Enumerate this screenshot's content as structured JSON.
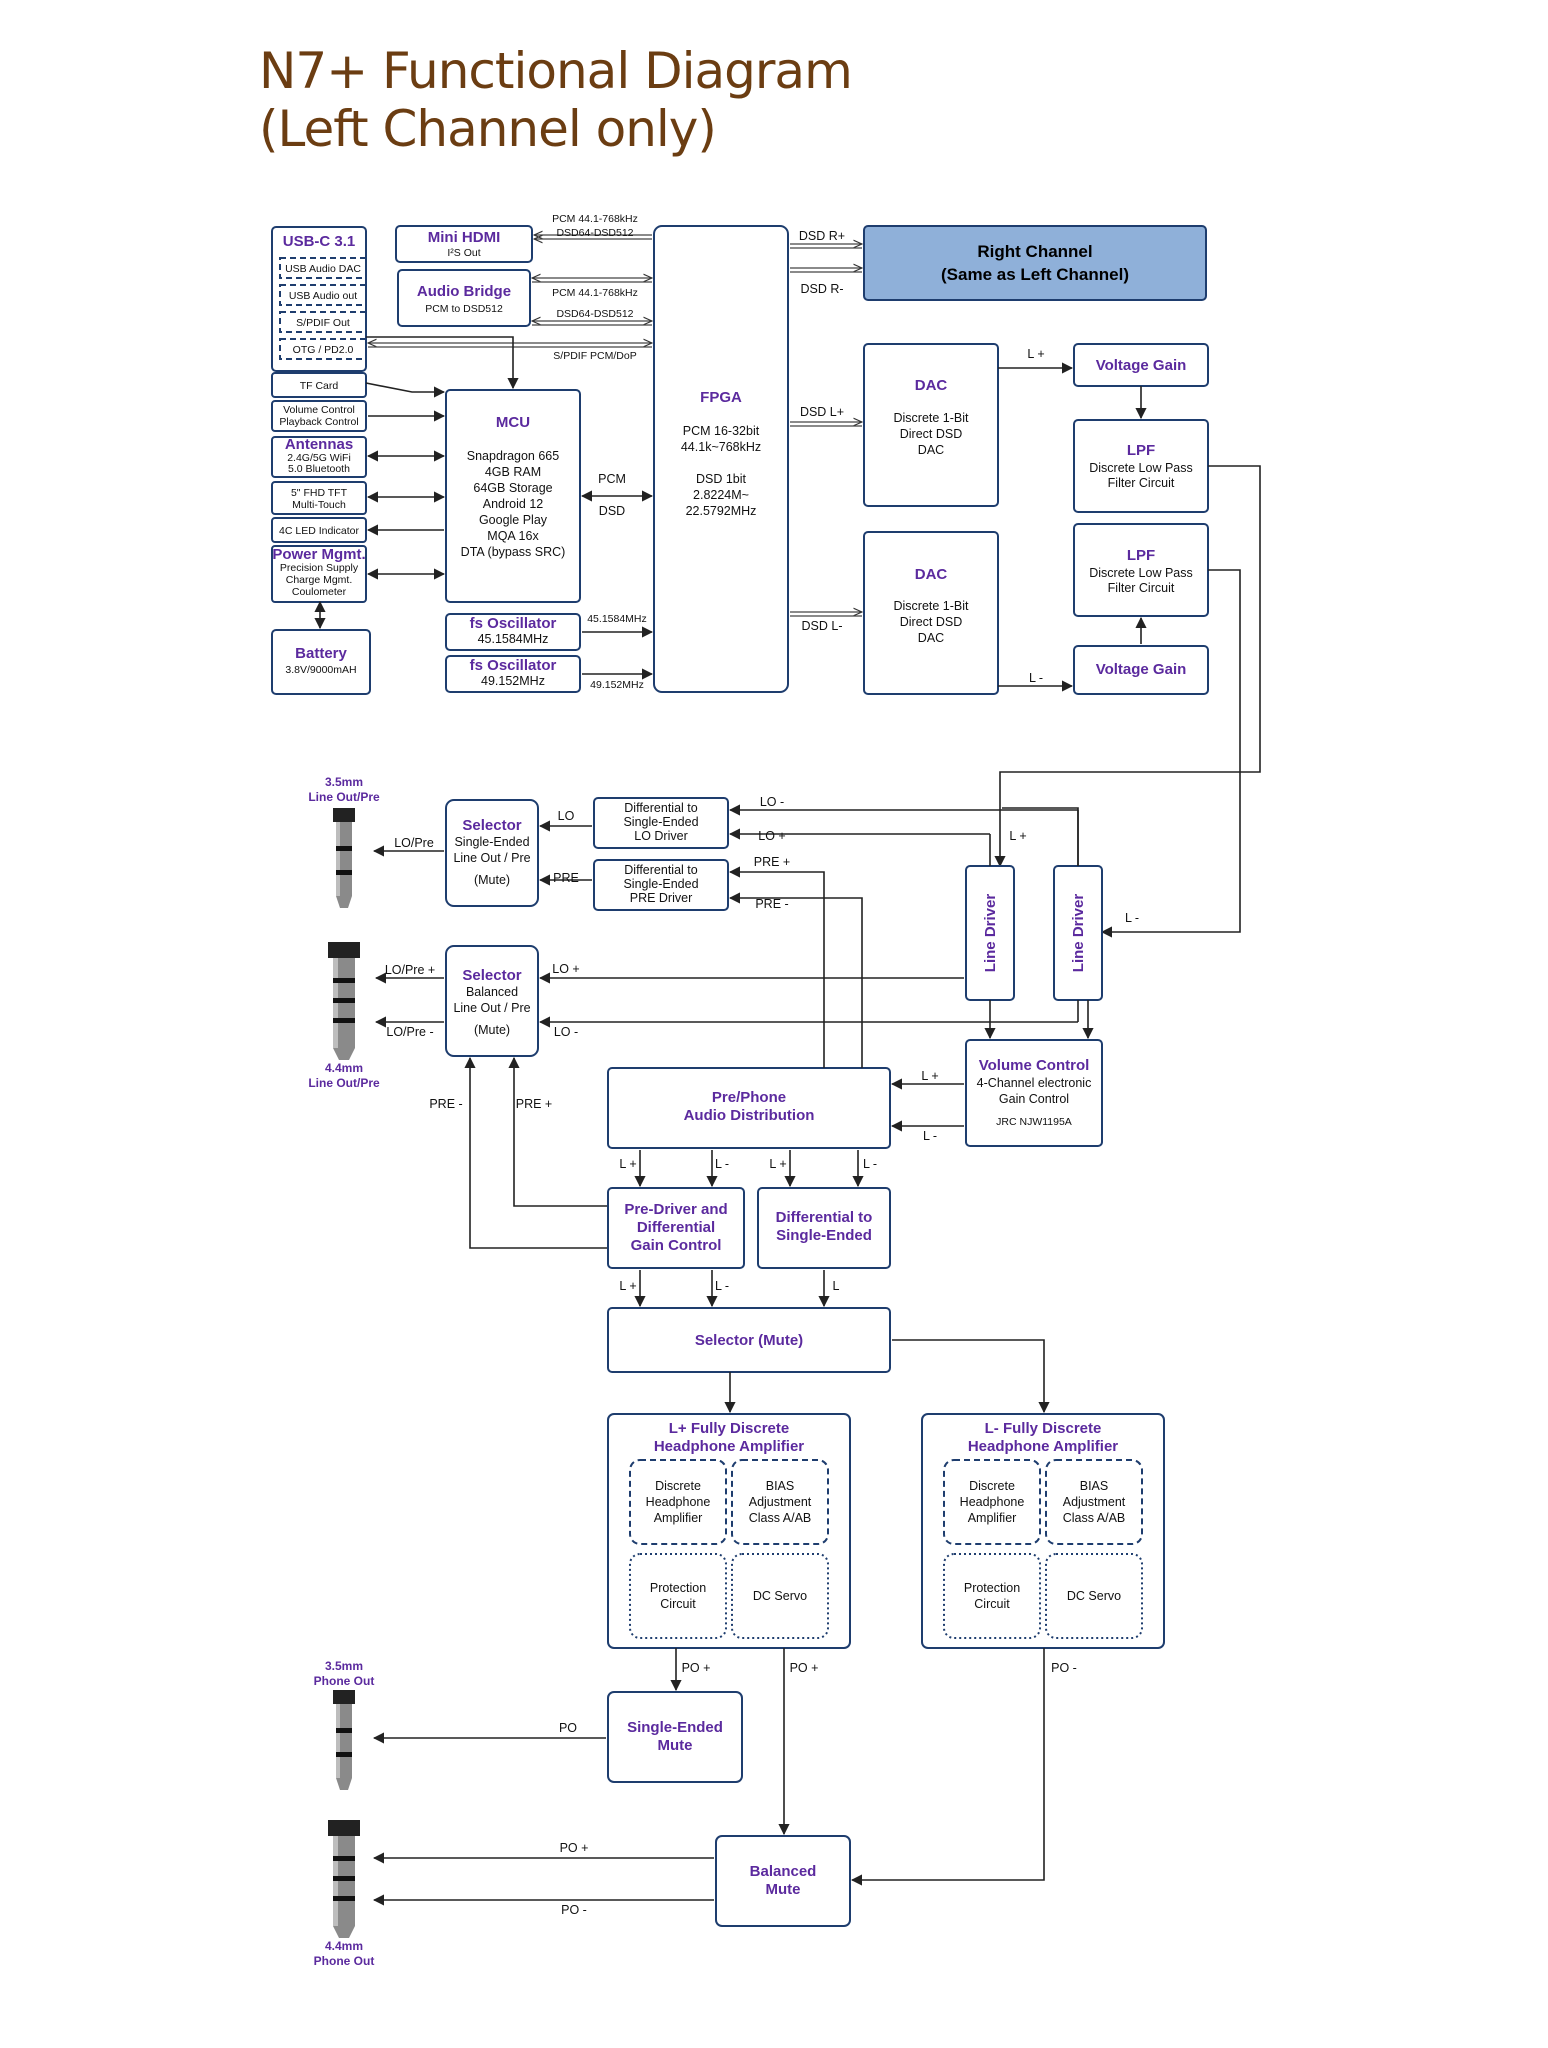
{
  "title": {
    "line1": "N7+ Functional Diagram",
    "line2": "(Left Channel only)"
  },
  "blocks": {
    "usbc": {
      "title": "USB-C 3.1",
      "items": [
        "USB Audio DAC",
        "USB Audio out",
        "S/PDIF Out",
        "OTG / PD2.0"
      ]
    },
    "hdmi": {
      "title": "Mini HDMI",
      "sub": "I²S Out"
    },
    "audio_bridge": {
      "title": "Audio Bridge",
      "sub": "PCM to DSD512"
    },
    "tf": {
      "label": "TF Card"
    },
    "volctl": {
      "line1": "Volume Control",
      "line2": "Playback Control"
    },
    "antennas": {
      "title": "Antennas",
      "line1": "2.4G/5G WiFi",
      "line2": "5.0 Bluetooth"
    },
    "tft": {
      "line1": "5\" FHD TFT",
      "line2": "Multi-Touch"
    },
    "led": {
      "label": "4C LED Indicator"
    },
    "power": {
      "title": "Power Mgmt.",
      "line1": "Precision Supply",
      "line2": "Charge Mgmt.",
      "line3": "Coulometer"
    },
    "battery": {
      "title": "Battery",
      "sub": "3.8V/9000mAH"
    },
    "mcu": {
      "title": "MCU",
      "lines": [
        "Snapdragon 665",
        "4GB RAM",
        "64GB Storage",
        "Android 12",
        "Google Play",
        "MQA 16x",
        "DTA (bypass SRC)"
      ]
    },
    "osc1": {
      "title": "fs Oscillator",
      "freq": "45.1584MHz"
    },
    "osc2": {
      "title": "fs Oscillator",
      "freq": "49.152MHz"
    },
    "fpga": {
      "title": "FPGA",
      "lines": [
        "PCM 16-32bit",
        "44.1k~768kHz",
        "",
        "DSD 1bit",
        "2.8224M~",
        "22.5792MHz"
      ]
    },
    "right_channel": {
      "line1": "Right Channel",
      "line2": "(Same as Left Channel)"
    },
    "dac1": {
      "title": "DAC",
      "lines": [
        "Discrete 1-Bit",
        "Direct DSD",
        "DAC"
      ]
    },
    "dac2": {
      "title": "DAC",
      "lines": [
        "Discrete 1-Bit",
        "Direct DSD",
        "DAC"
      ]
    },
    "vgain1": {
      "title": "Voltage Gain"
    },
    "vgain2": {
      "title": "Voltage Gain"
    },
    "lpf1": {
      "title": "LPF",
      "line1": "Discrete Low Pass",
      "line2": "Filter Circuit"
    },
    "lpf2": {
      "title": "LPF",
      "line1": "Discrete Low Pass",
      "line2": "Filter Circuit"
    },
    "sel_se": {
      "title": "Selector",
      "lines": [
        "Single-Ended",
        "Line Out / Pre",
        "(Mute)"
      ]
    },
    "sel_bal": {
      "title": "Selector",
      "lines": [
        "Balanced",
        "Line Out / Pre",
        "(Mute)"
      ]
    },
    "diff_lo": {
      "lines": [
        "Differential to",
        "Single-Ended",
        "LO Driver"
      ]
    },
    "diff_pre": {
      "lines": [
        "Differential to",
        "Single-Ended",
        "PRE Driver"
      ]
    },
    "line_driver1": {
      "label": "Line Driver"
    },
    "line_driver2": {
      "label": "Line Driver"
    },
    "volume_control": {
      "title": "Volume Control",
      "line1": "4-Channel electronic",
      "line2": "Gain Control",
      "line3": "JRC NJW1195A"
    },
    "prephone": {
      "line1": "Pre/Phone",
      "line2": "Audio Distribution"
    },
    "predriver": {
      "line1": "Pre-Driver and",
      "line2": "Differential",
      "line3": "Gain Control"
    },
    "diff_se": {
      "line1": "Differential to",
      "line2": "Single-Ended"
    },
    "selector_mute": {
      "label": "Selector (Mute)"
    },
    "amp_pos": {
      "line1": "L+ Fully Discrete",
      "line2": "Headphone Amplifier"
    },
    "amp_neg": {
      "line1": "L- Fully Discrete",
      "line2": "Headphone Amplifier"
    },
    "sub_headamp": {
      "lines": [
        "Discrete",
        "Headphone",
        "Amplifier"
      ]
    },
    "sub_bias": {
      "lines": [
        "BIAS",
        "Adjustment",
        "Class A/AB"
      ]
    },
    "sub_protect": {
      "lines": [
        "Protection",
        "Circuit"
      ]
    },
    "sub_dcservo": {
      "label": "DC Servo"
    },
    "se_mute": {
      "line1": "Single-Ended",
      "line2": "Mute"
    },
    "bal_mute": {
      "line1": "Balanced",
      "line2": "Mute"
    }
  },
  "jacks": {
    "j1": {
      "line1": "3.5mm",
      "line2": "Line Out/Pre"
    },
    "j2": {
      "line1": "4.4mm",
      "line2": "Line Out/Pre"
    },
    "j3": {
      "line1": "3.5mm",
      "line2": "Phone Out"
    },
    "j4": {
      "line1": "4.4mm",
      "line2": "Phone Out"
    }
  },
  "signals": {
    "pcm_hdmi": "PCM 44.1-768kHz",
    "dsd_hdmi": "DSD64-DSD512",
    "pcm_bridge": "PCM 44.1-768kHz",
    "dsd_bridge": "DSD64-DSD512",
    "spdif": "S/PDIF PCM/DoP",
    "pcm": "PCM",
    "dsd": "DSD",
    "clk1": "45.1584MHz",
    "clk2": "49.152MHz",
    "dsd_rp": "DSD R+",
    "dsd_rm": "DSD R-",
    "dsd_lp": "DSD L+",
    "dsd_lm": "DSD L-",
    "lplus": "L +",
    "lminus": "L -",
    "lo_minus": "LO -",
    "lo_plus": "LO +",
    "pre_plus": "PRE +",
    "pre_minus": "PRE -",
    "lo": "LO",
    "pre": "PRE",
    "lopre": "LO/Pre",
    "lopre_plus": "LO/Pre +",
    "lopre_minus": "LO/Pre -",
    "pd_lp": "L +",
    "pd_lm": "L -",
    "pd_lp2": "L +",
    "pd_lm2": "L -",
    "pg_lp": "L +",
    "pg_lm": "L -",
    "ds_l": "L",
    "po_plus": "PO +",
    "po_plus2": "PO +",
    "po_minus": "PO -",
    "po": "PO",
    "po_out_plus": "PO +",
    "po_out_minus": "PO -"
  },
  "colors": {
    "title": "#6b3d12",
    "heading": "#5b2a9e",
    "border": "#1e3d6e",
    "right_channel_fill": "#8fb0d9"
  }
}
